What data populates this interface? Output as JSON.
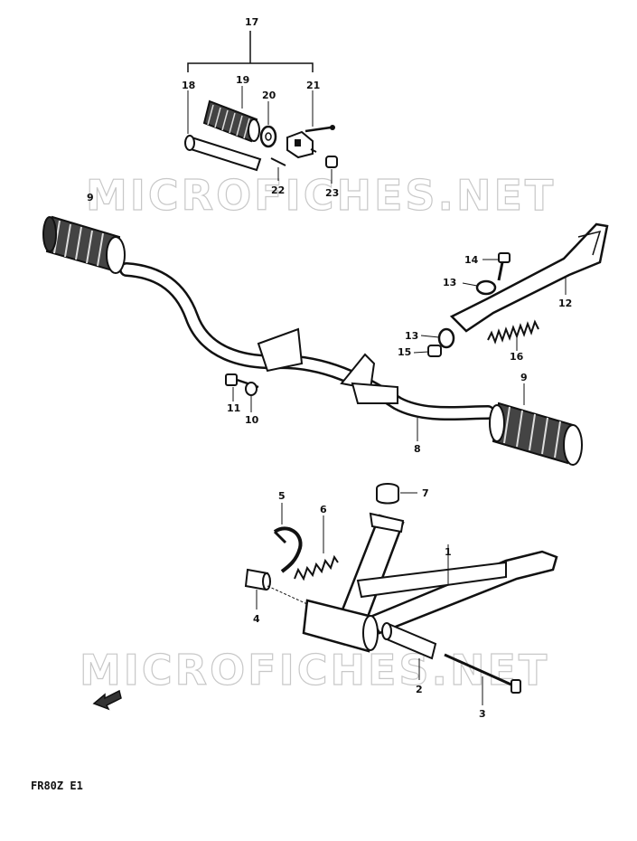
{
  "watermark": {
    "top": "MICROFICHES.NET",
    "bottom": "MICROFICHES.NET"
  },
  "callouts": {
    "c1": "1",
    "c2": "2",
    "c3": "3",
    "c4": "4",
    "c5": "5",
    "c6": "6",
    "c7": "7",
    "c8": "8",
    "c9a": "9",
    "c9b": "9",
    "c10": "10",
    "c11": "11",
    "c12": "12",
    "c13a": "13",
    "c13b": "13",
    "c14": "14",
    "c15": "15",
    "c16": "16",
    "c17": "17",
    "c18": "18",
    "c19": "19",
    "c20": "20",
    "c21": "21",
    "c22": "22",
    "c23": "23"
  },
  "footer": {
    "code": "FR80Z E1"
  }
}
